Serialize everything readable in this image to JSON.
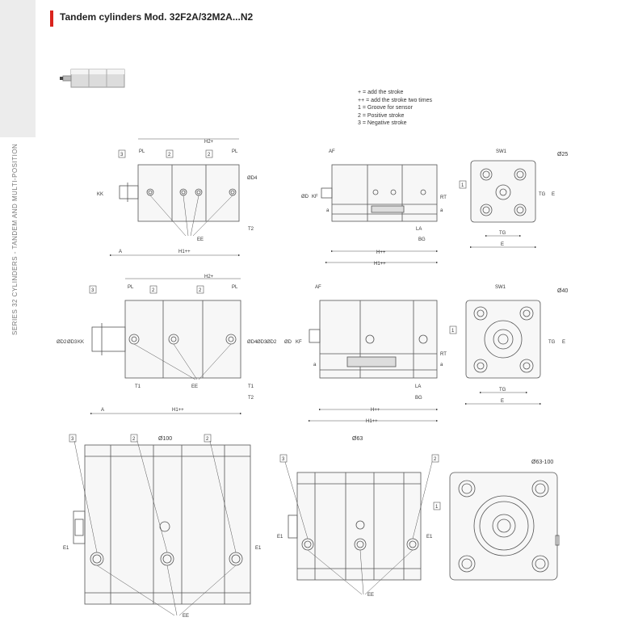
{
  "header": {
    "title": "Tandem cylinders Mod. 32F2A/32M2A...N2"
  },
  "sidebar": {
    "series_label": "SERIES 32 CYLINDERS - TANDEM AND MULTI-POSITION"
  },
  "legend": {
    "items": [
      "+ = add the stroke",
      "++ = add the stroke two times",
      "1 = Groove for sensor",
      "2 = Positive stroke",
      "3 = Negative stroke"
    ]
  },
  "labels": {
    "d25": "Ø25",
    "d40": "Ø40",
    "d63": "Ø63",
    "d100": "Ø100",
    "d63_100": "Ø63-100",
    "PL": "PL",
    "H2": "H2+",
    "H1": "H1++",
    "H": "H++",
    "A": "A",
    "EE": "EE",
    "T1": "T1",
    "T2": "T2",
    "KK": "KK",
    "D4": "ØD4",
    "D3": "ØD3",
    "D2": "ØD2",
    "D": "ØD",
    "KF": "KF",
    "AF": "AF",
    "RT": "RT",
    "LA": "LA",
    "BG": "BG",
    "SW1": "SW1",
    "TG": "TG",
    "E": "E",
    "E1": "E1",
    "a": "a",
    "n1": "1",
    "n2": "2",
    "n3": "3"
  }
}
